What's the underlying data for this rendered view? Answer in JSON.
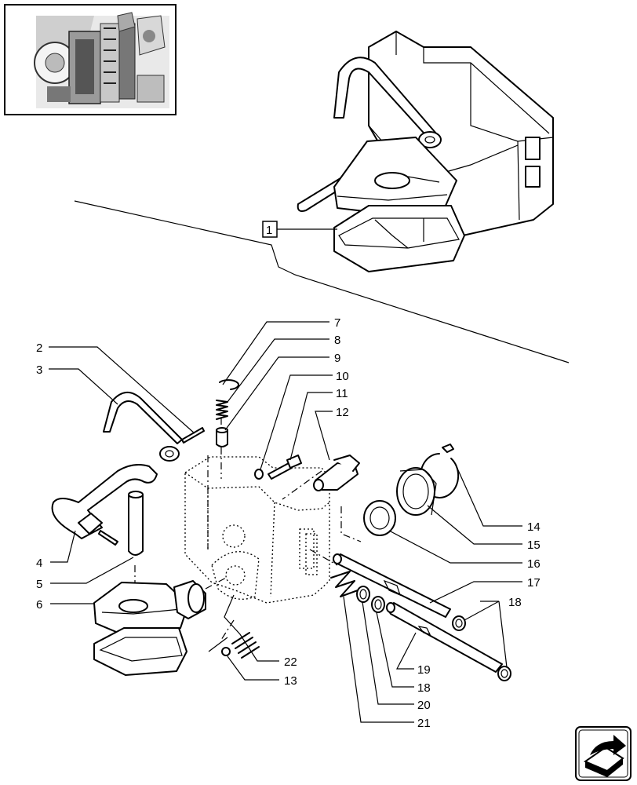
{
  "diagram": {
    "callouts": [
      "1",
      "2",
      "3",
      "4",
      "5",
      "6",
      "7",
      "8",
      "9",
      "10",
      "11",
      "12",
      "13",
      "14",
      "15",
      "16",
      "17",
      "18",
      "18",
      "19",
      "20",
      "21",
      "22"
    ],
    "icons": {
      "thumbnail": "tractor-location-thumbnail",
      "nav": "next-page-arrow-icon"
    }
  }
}
